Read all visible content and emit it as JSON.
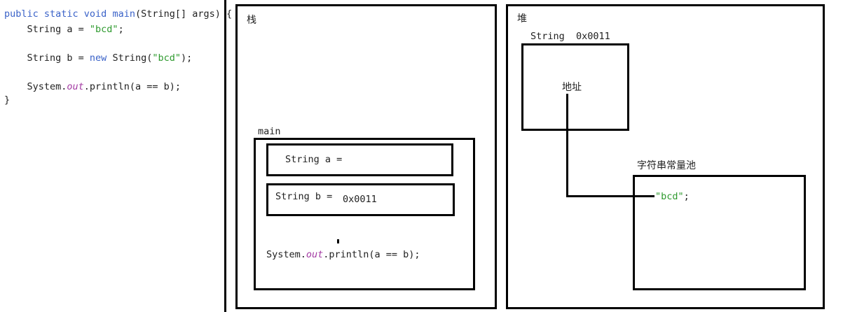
{
  "code": {
    "line1": {
      "kw": "public static void",
      "name": "main",
      "rest": "(String[] args) {"
    },
    "line2": {
      "prefix": "    String a = ",
      "str": "\"bcd\"",
      "suffix": ";"
    },
    "line3": {
      "prefix": "    String b = ",
      "kw": "new",
      "mid": " String(",
      "str": "\"bcd\"",
      "suffix": ");"
    },
    "line4": {
      "prefix": "    System.",
      "it": "out",
      "suffix": ".println(a == b);"
    },
    "line5": "}"
  },
  "stack": {
    "title": "栈",
    "frame_label": "main",
    "var_a": "String a =",
    "var_b_label": "String b =",
    "var_b_value": "0x0011",
    "print": {
      "prefix": "System.",
      "it": "out",
      "suffix": ".println(a == b);"
    }
  },
  "heap": {
    "title": "堆",
    "object_label": "String  0x0011",
    "object_field": "地址",
    "pool_label": "字符串常量池",
    "pool_entry": {
      "str": "\"bcd\"",
      "suffix": ";"
    }
  },
  "colors": {
    "keyword": "#3a62c8",
    "string": "#2e9a2e",
    "italic_field": "#a33aa3",
    "border": "#000000"
  }
}
